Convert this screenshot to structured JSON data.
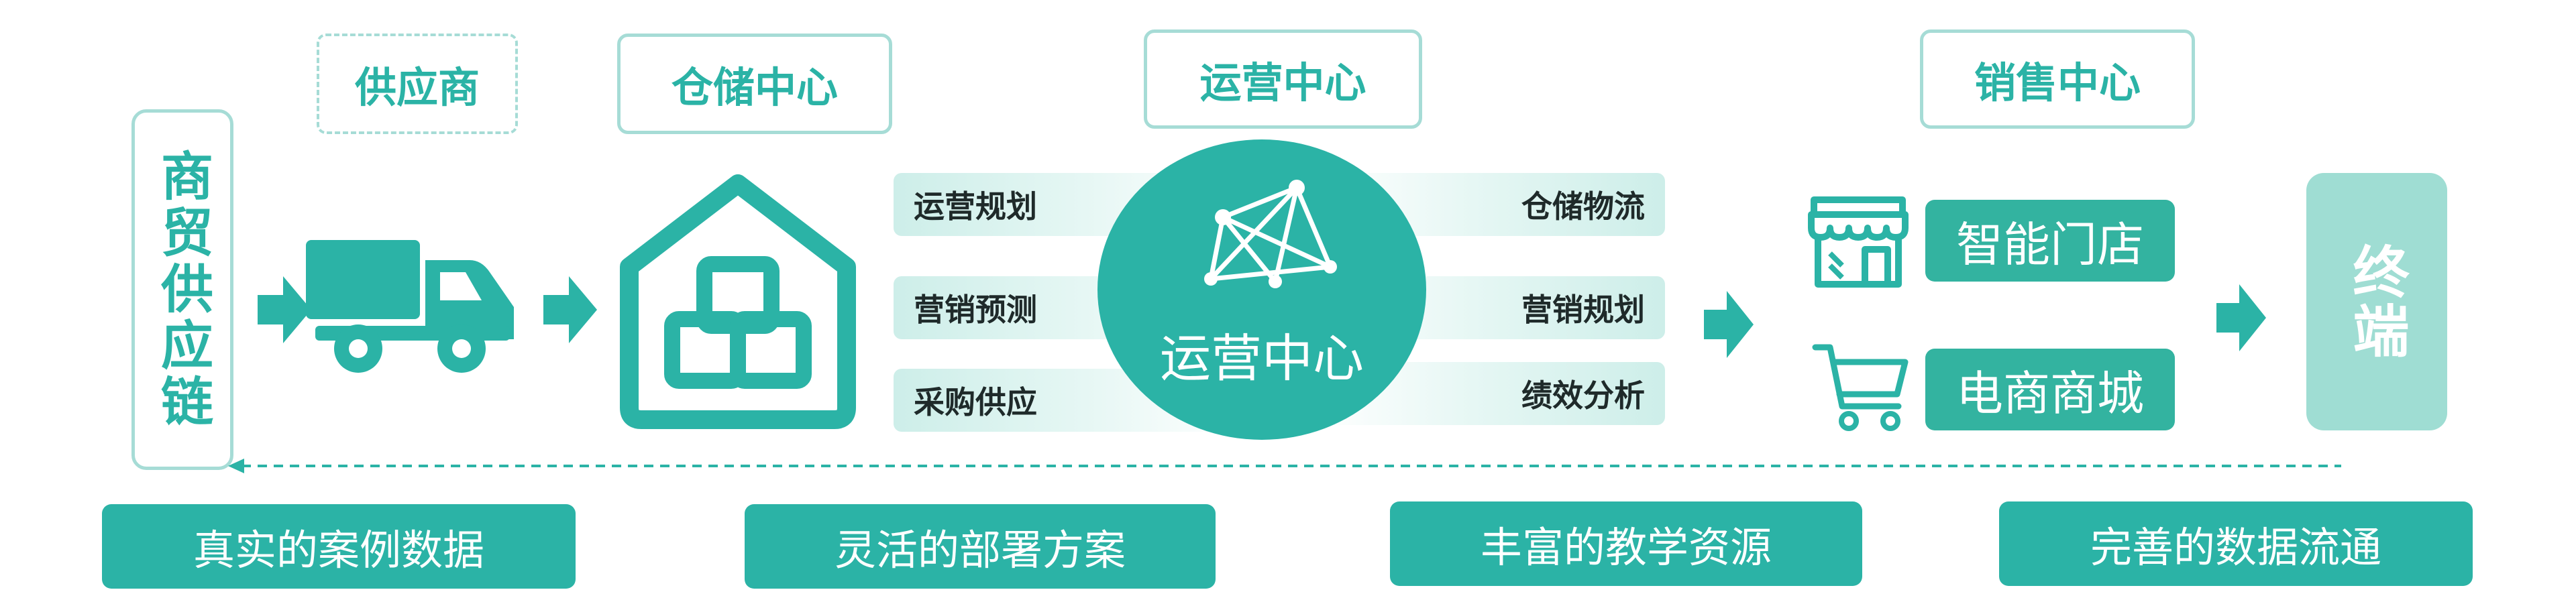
{
  "top_caption": "",
  "supplier_label": "供应商",
  "warehouse_label": "仓储中心",
  "operations_label": "运营中心",
  "sales_label": "销售中心",
  "trade_supply_chain": "商贸供应链",
  "circle_label": "运营中心",
  "left_pills": [
    "运营规划",
    "营销预测",
    "采购供应"
  ],
  "right_pills": [
    "仓储物流",
    "营销规划",
    "绩效分析"
  ],
  "smart_store": "智能门店",
  "ecommerce": "电商商城",
  "terminal": "终端",
  "bottom_buttons": [
    "真实的案例数据",
    "灵活的部署方案",
    "丰富的教学资源",
    "完善的数据流通"
  ],
  "colors": {
    "teal": "#2bb3a6",
    "light_teal": "#a6dcd6",
    "pale": "#cdeee9",
    "terminal_bg": "#9fddd3"
  },
  "icons": [
    "truck-icon",
    "warehouse-icon",
    "network-icon",
    "store-icon",
    "cart-icon",
    "arrow-icon"
  ]
}
